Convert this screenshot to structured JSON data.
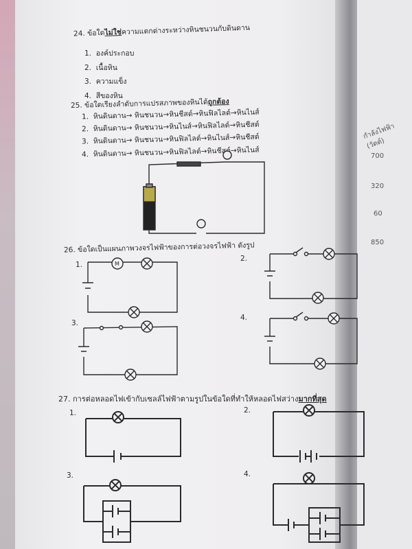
{
  "q24": {
    "number": "24.",
    "pre": "ข้อใด",
    "emph": "ไม่ใช่",
    "post": "ความแตกต่างระหว่างหินชนวนกับดินดาน",
    "options": [
      {
        "n": "1.",
        "text": "องค์ประกอบ"
      },
      {
        "n": "2.",
        "text": "เนื้อหิน"
      },
      {
        "n": "3.",
        "text": "ความแข็ง"
      },
      {
        "n": "4.",
        "text": "สีของหิน"
      }
    ]
  },
  "q25": {
    "number": "25.",
    "pre": "ข้อใดเรียงลำดับการแปรสภาพของหินได้",
    "emph": "ถูกต้อง",
    "options": [
      {
        "n": "1.",
        "text": "หินดินดาน→ หินชนวน→หินชีสต์→หินฟิลไลต์→หินไนส์"
      },
      {
        "n": "2.",
        "text": "หินดินดาน→ หินชนวน→หินไนส์→หินฟิลไลต์→หินชีสต์"
      },
      {
        "n": "3.",
        "text": "หินดินดาน→ หินชนวน→หินฟิลไลต์→หินไนส์→หินชีสต์"
      },
      {
        "n": "4.",
        "text": "หินดินดาน→ หินชนวน→หินฟิลไลต์→หินชีสต์→หินไนส์"
      }
    ]
  },
  "q26": {
    "number": "26.",
    "text": "ข้อใดเป็นแผนภาพวงจรไฟฟ้าของการต่อวงจรไฟฟ้า ดังรูป",
    "options": [
      "1.",
      "2.",
      "3.",
      "4."
    ],
    "motor_label": "M"
  },
  "q27": {
    "number": "27.",
    "pre": "การต่อหลอดไฟเข้ากับเซลล์ไฟฟ้าตามรูปในข้อใดที่ทำให้หลอดไฟสว่าง",
    "emph": "มากที่สุด",
    "options": [
      "1.",
      "2.",
      "3.",
      "4."
    ]
  },
  "right_page": {
    "header": "กำลังไฟฟ้า (วัตต์)",
    "values": [
      "700",
      "320",
      "60",
      "850"
    ]
  }
}
